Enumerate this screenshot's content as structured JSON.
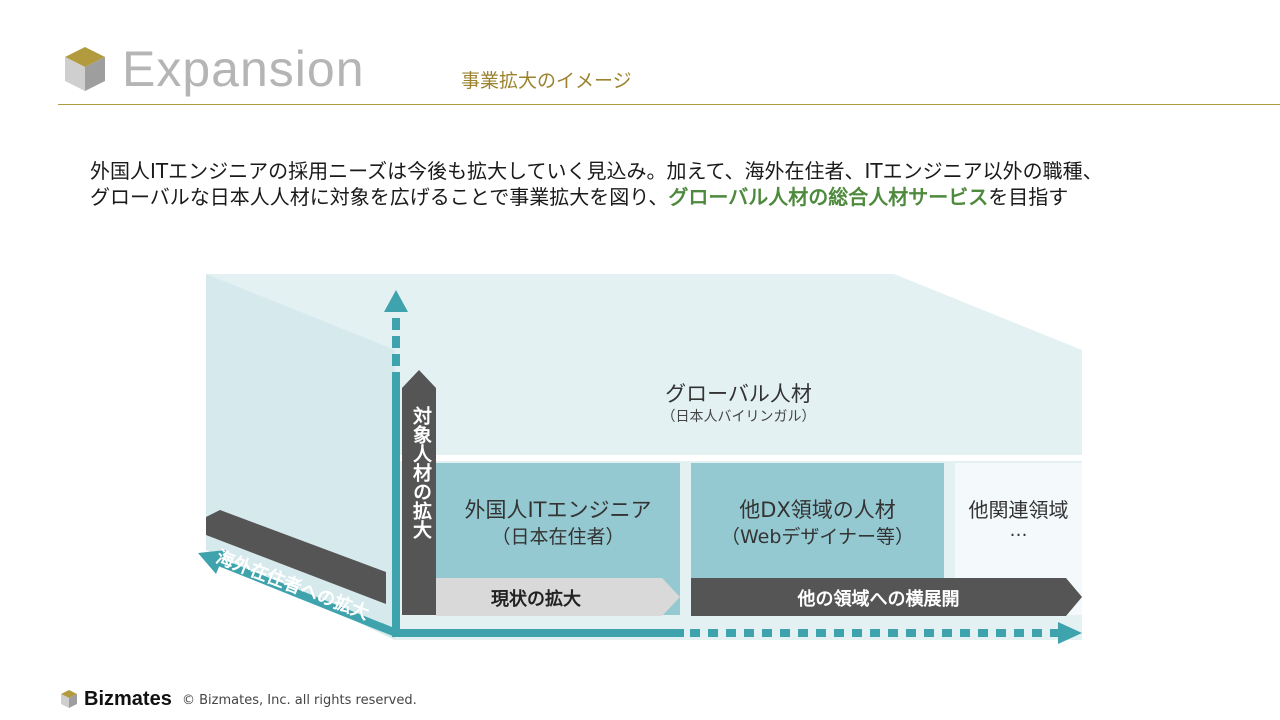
{
  "header": {
    "title": "Expansion",
    "subtitle": "事業拡大のイメージ"
  },
  "intro": {
    "line1": "外国人ITエンジニアの採用ニーズは今後も拡大していく見込み。加えて、海外在住者、ITエンジニア以外の職種、",
    "line2_before": "グローバルな日本人人材に対象を広げることで事業拡大を図り、",
    "line2_highlight": "グローバル人材の総合人材サービス",
    "line2_after": "を目指す"
  },
  "diagram": {
    "global": {
      "title": "グローバル人材",
      "sub": "（日本人バイリンガル）"
    },
    "foreign_engineer": {
      "title": "外国人ITエンジニア",
      "sub": "（日本在住者）"
    },
    "dx": {
      "title": "他DX領域の人材",
      "sub": "（Webデザイナー等）"
    },
    "other": {
      "title": "他関連領域",
      "sub": "…"
    },
    "arrow_vertical": "対象人材の拡大",
    "arrow_diagonal": "海外在住者への拡大",
    "arrow_current": "現状の拡大",
    "arrow_horizontal": "他の領域への横展開"
  },
  "colors": {
    "teal": "#3ea3ad",
    "light_teal": "#e3f1f3",
    "box_teal": "#95c9d1",
    "dark_gray": "#555555",
    "gold": "#b29a3f",
    "highlight_green": "#4e8a3e"
  },
  "footer": {
    "brand": "Bizmates",
    "copyright": "© Bizmates, Inc. all rights reserved."
  }
}
